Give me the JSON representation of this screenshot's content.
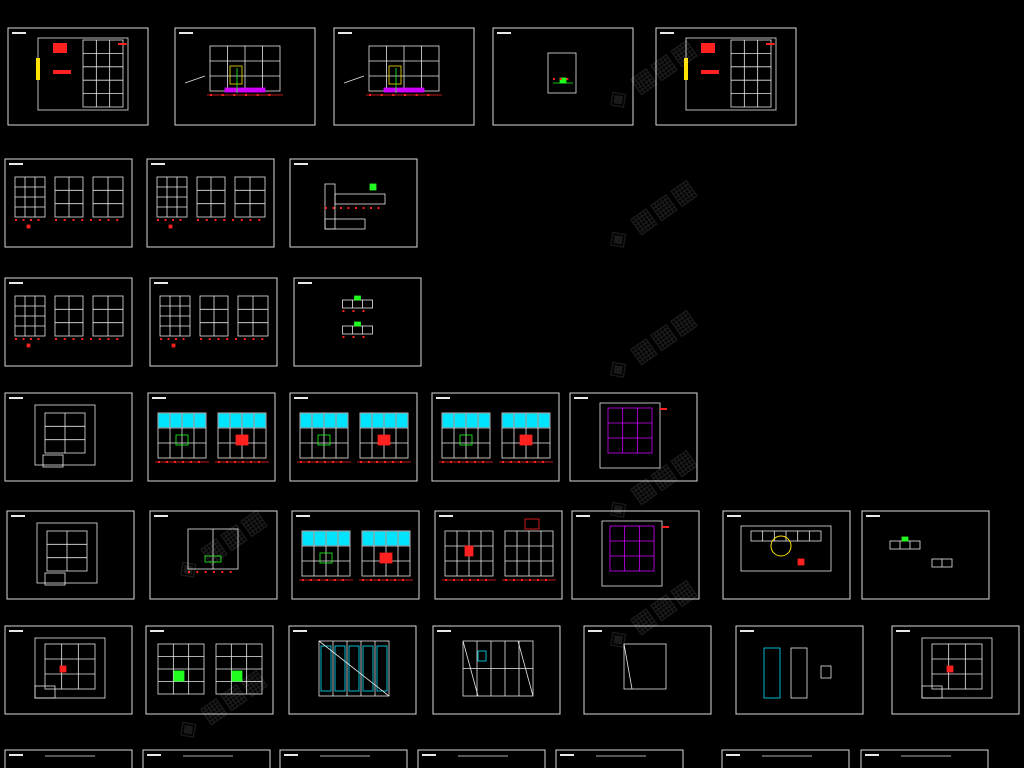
{
  "colors": {
    "background": "#000000",
    "frame": "#d8d8d8",
    "line": "#e8e8e8",
    "red": "#ff2020",
    "green": "#20ff20",
    "cyan": "#00e5ff",
    "yellow": "#ffe000",
    "magenta": "#d000ff"
  },
  "sheet_rows": [
    {
      "row": 1,
      "count": 5,
      "styles": [
        "plan-red",
        "elev-3",
        "elev-3",
        "detail-single",
        "plan-red"
      ]
    },
    {
      "row": 2,
      "count": 3,
      "styles": [
        "multi-small",
        "multi-small",
        "corner"
      ]
    },
    {
      "row": 3,
      "count": 3,
      "styles": [
        "multi-small",
        "multi-small",
        "detail-stack"
      ]
    },
    {
      "row": 4,
      "count": 5,
      "styles": [
        "plan",
        "elev-cyan",
        "elev-cyan",
        "elev-cyan",
        "plan-magenta"
      ]
    },
    {
      "row": 5,
      "count": 7,
      "styles": [
        "plan",
        "elev-single",
        "elev-cyan",
        "elev-red",
        "plan-magenta",
        "ceiling",
        "detail-pair"
      ]
    },
    {
      "row": 6,
      "count": 7,
      "styles": [
        "plan-big",
        "elev-two",
        "wardrobe-cyan",
        "wardrobe",
        "box",
        "doors",
        "plan-big"
      ]
    },
    {
      "row": 7,
      "count": 7,
      "styles": [
        "cut",
        "cut",
        "cut",
        "cut",
        "cut",
        "cut",
        "cut"
      ]
    }
  ]
}
